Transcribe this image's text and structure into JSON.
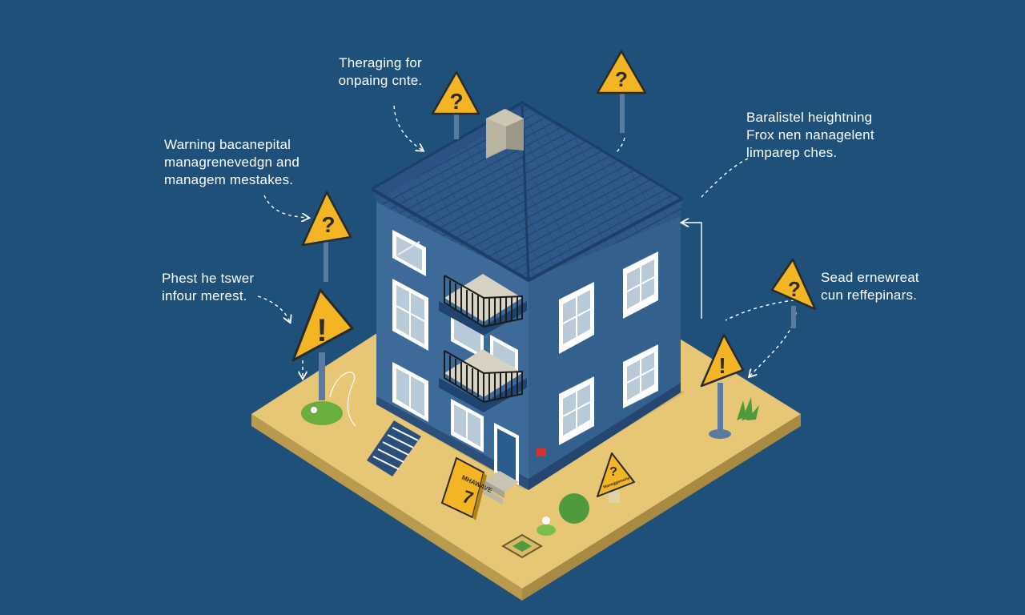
{
  "colors": {
    "background": "#1e5079",
    "ground": "#e7c775",
    "ground_side": "#b99a4e",
    "wall_front": "#3e6a9a",
    "wall_side": "#34608e",
    "roof": "#2d5888",
    "roof_edge": "#1d3e66",
    "window_frame": "#ffffff",
    "window_glass": "#b8c9d8",
    "sign_yellow": "#f3b523",
    "sign_border": "#2a2a2a",
    "pole": "#5a7aa0",
    "callout_text": "#ffffff",
    "bush": "#4e9a3c",
    "door": "#2a5c8f",
    "red_tag": "#d8322c"
  },
  "callouts": {
    "top_center": [
      "Theraging for",
      "onpaing cnte."
    ],
    "upper_left": [
      "Warning bacanepital",
      "managrenevedgn and",
      "managem mestakes."
    ],
    "mid_left": [
      "Phest he tswer",
      "infour merest."
    ],
    "upper_right": [
      "Baralistel heightning",
      "Frox nen nanagelent",
      "limparep ches."
    ],
    "mid_right": [
      "Sead ernewreat",
      "cun reffepinars."
    ]
  },
  "signs": {
    "question_glyph": "?",
    "exclaim_glyph": "!",
    "ground_sign_label": "MHAWAVE",
    "ground_sign_number": "7",
    "small_sign_label": "Maneggemehe"
  },
  "icons": {
    "warning": "warning-triangle-icon",
    "arrow": "dashed-arrow-icon"
  }
}
